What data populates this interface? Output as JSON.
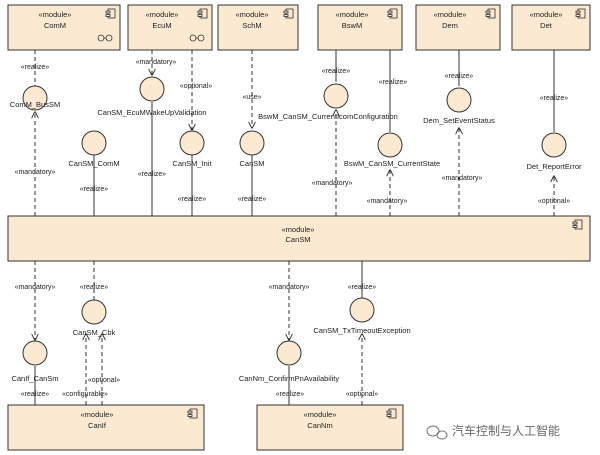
{
  "modules": {
    "comm": {
      "stereotype": "«module»",
      "name": "ComM"
    },
    "ecum": {
      "stereotype": "«module»",
      "name": "EcuM"
    },
    "schm": {
      "stereotype": "«module»",
      "name": "SchM"
    },
    "bswm": {
      "stereotype": "«module»",
      "name": "BswM"
    },
    "dem": {
      "stereotype": "«module»",
      "name": "Dem"
    },
    "det": {
      "stereotype": "«module»",
      "name": "Det"
    },
    "cansm": {
      "stereotype": "«module»",
      "name": "CanSM"
    },
    "canif": {
      "stereotype": "«module»",
      "name": "CanIf"
    },
    "cannm": {
      "stereotype": "«module»",
      "name": "CanNm"
    }
  },
  "interfaces": {
    "comm_bussm": "ComM_BusSM",
    "ecum_wakeup": "CanSM_EcuMWakeUpValidation",
    "cansm_comm": "CanSM_ComM",
    "cansm_init": "CanSM_Init",
    "cansm": "CanSM",
    "bswm_icom": "BswM_CanSM_CurrentIcomConfiguration",
    "bswm_state": "BswM_CanSM_CurrentState",
    "dem_event": "Dem_SetEventStatus",
    "det_error": "Det_ReportError",
    "canif_cansm": "CanIf_CanSm",
    "cansm_cbk": "CanSM_Cbk",
    "cannm_confirm": "CanNm_ConfirmPnAvailability",
    "cansm_txtimeout": "CanSM_TxTimeoutException"
  },
  "labels": {
    "realize": "«realize»",
    "mandatory": "«mandatory»",
    "optional": "«optional»",
    "use": "«use»",
    "configurable": "«configurable»"
  },
  "watermark": "汽车控制与人工智能"
}
